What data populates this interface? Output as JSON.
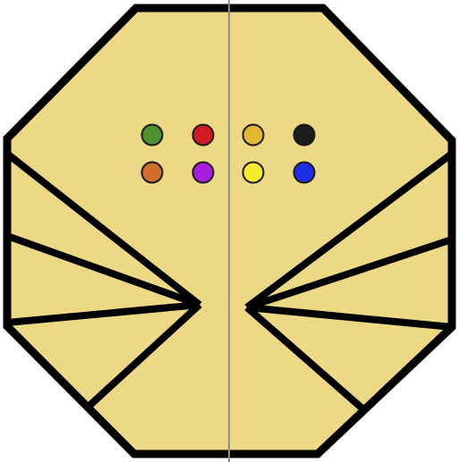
{
  "board": {
    "shape": "octagon",
    "fill_color": "#ecd885",
    "outline_color": "#000000",
    "center_line_color": "#8c8c8c",
    "left_wedge_count": 3,
    "right_wedge_count": 3
  },
  "pegs": {
    "top_row": [
      {
        "name": "green-peg",
        "color": "#4d9130"
      },
      {
        "name": "red-peg",
        "color": "#d11a26"
      },
      {
        "name": "gold-peg",
        "color": "#e4b52e"
      },
      {
        "name": "black-peg",
        "color": "#1d1d1b"
      }
    ],
    "bottom_row": [
      {
        "name": "orange-peg",
        "color": "#cf6d2a"
      },
      {
        "name": "purple-peg",
        "color": "#a61de0"
      },
      {
        "name": "yellow-peg",
        "color": "#f6ea2b"
      },
      {
        "name": "blue-peg",
        "color": "#1a2fe6"
      }
    ]
  }
}
